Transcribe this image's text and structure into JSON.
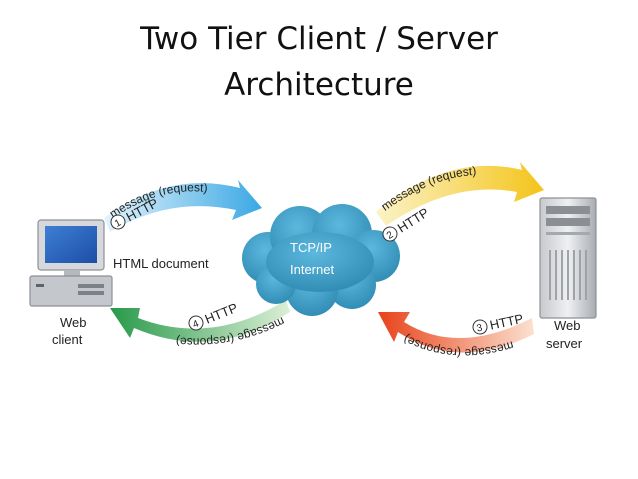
{
  "slide": {
    "title_line1": "Two Tier Client / Server",
    "title_line2": "Architecture"
  },
  "diagram": {
    "client": {
      "label_line1": "Web",
      "label_line2": "client",
      "icon": "desktop-computer-icon"
    },
    "server": {
      "label_line1": "Web",
      "label_line2": "server",
      "icon": "server-tower-icon"
    },
    "network": {
      "label_line1": "TCP/IP",
      "label_line2": "Internet",
      "icon": "cloud-icon",
      "color": "#3d9cc4"
    },
    "html_document": "HTML document",
    "flows": [
      {
        "step": "1",
        "protocol": "HTTP",
        "message": "message (request)",
        "color": "#5bb8ea"
      },
      {
        "step": "2",
        "protocol": "HTTP",
        "message": "message (request)",
        "color": "#f2cc2e"
      },
      {
        "step": "3",
        "protocol": "HTTP",
        "message": "message (response)",
        "color": "#ec5a24"
      },
      {
        "step": "4",
        "protocol": "HTTP",
        "message": "message (response)",
        "color": "#3faa4a"
      }
    ]
  }
}
